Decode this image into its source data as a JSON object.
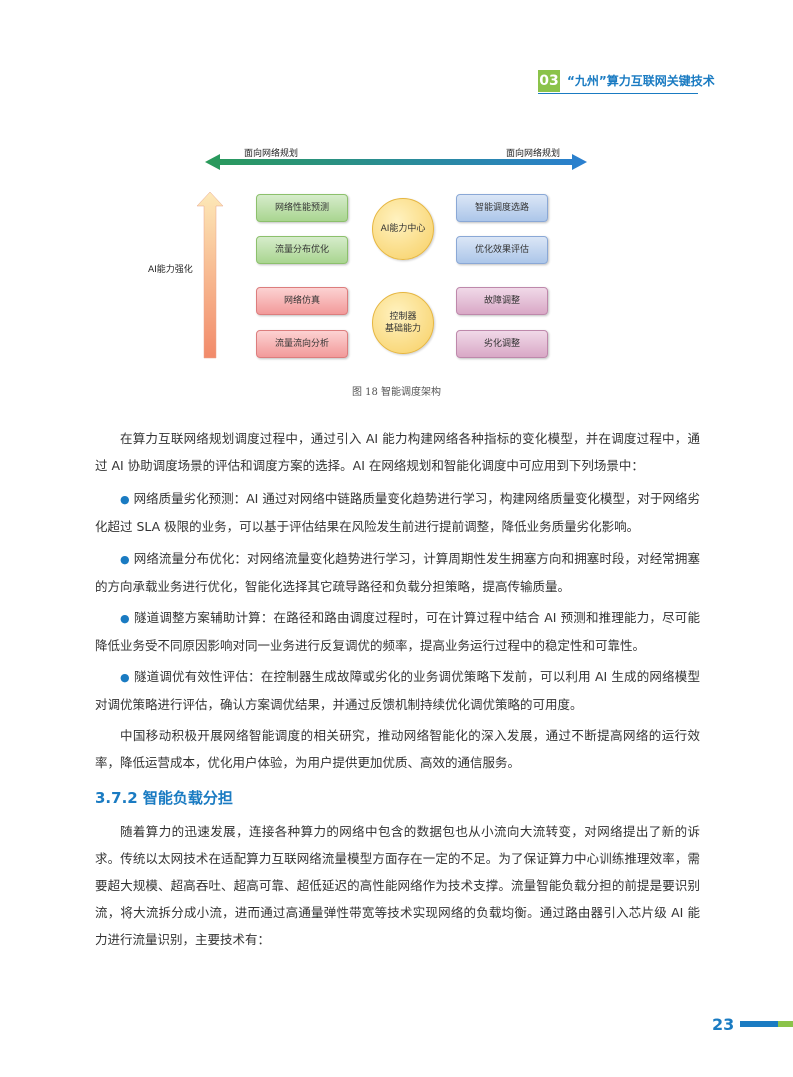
{
  "header": {
    "chapter_num": "03",
    "title": "“九州”算力互联网关键技术"
  },
  "figure": {
    "top_label_left": "面向网络规划",
    "top_label_right": "面向网络规划",
    "side_label": "AI能力强化",
    "boxes_green": [
      "网络性能预测",
      "流量分布优化"
    ],
    "boxes_red": [
      "网络仿真",
      "流量流向分析"
    ],
    "boxes_blue": [
      "智能调度选路",
      "优化效果评估"
    ],
    "boxes_purple": [
      "故障调整",
      "劣化调整"
    ],
    "circle_top": "AI能力中心",
    "circle_bottom_line1": "控制器",
    "circle_bottom_line2": "基础能力",
    "caption": "图 18  智能调度架构"
  },
  "body": {
    "p1": "在算力互联网络规划调度过程中，通过引入 AI 能力构建网络各种指标的变化模型，并在调度过程中，通过 AI 协助调度场景的评估和调度方案的选择。AI 在网络规划和智能化调度中可应用到下列场景中：",
    "bullet_symbol": "●",
    "b1": "网络质量劣化预测：AI 通过对网络中链路质量变化趋势进行学习，构建网络质量变化模型，对于网络劣化超过 SLA 极限的业务，可以基于评估结果在风险发生前进行提前调整，降低业务质量劣化影响。",
    "b2": "网络流量分布优化：对网络流量变化趋势进行学习，计算周期性发生拥塞方向和拥塞时段，对经常拥塞的方向承载业务进行优化，智能化选择其它疏导路径和负载分担策略，提高传输质量。",
    "b3": "隧道调整方案辅助计算：在路径和路由调度过程时，可在计算过程中结合 AI 预测和推理能力，尽可能降低业务受不同原因影响对同一业务进行反复调优的频率，提高业务运行过程中的稳定性和可靠性。",
    "b4": "隧道调优有效性评估：在控制器生成故障或劣化的业务调优策略下发前，可以利用 AI 生成的网络模型对调优策略进行评估，确认方案调优结果，并通过反馈机制持续优化调优策略的可用度。",
    "p2": "中国移动积极开展网络智能调度的相关研究，推动网络智能化的深入发展，通过不断提高网络的运行效率，降低运营成本，优化用户体验，为用户提供更加优质、高效的通信服务。",
    "section_title": "3.7.2 智能负载分担",
    "p3": "随着算力的迅速发展，连接各种算力的网络中包含的数据包也从小流向大流转变，对网络提出了新的诉求。传统以太网技术在适配算力互联网络流量模型方面存在一定的不足。为了保证算力中心训练推理效率，需要超大规模、超高吞吐、超高可靠、超低延迟的高性能网络作为技术支撑。流量智能负载分担的前提是要识别流，将大流拆分成小流，进而通过高通量弹性带宽等技术实现网络的负载均衡。通过路由器引入芯片级 AI 能力进行流量识别，主要技术有："
  },
  "footer": {
    "page_number": "23"
  },
  "colors": {
    "accent": "#1a7bc2",
    "green": "#8bc34a"
  }
}
